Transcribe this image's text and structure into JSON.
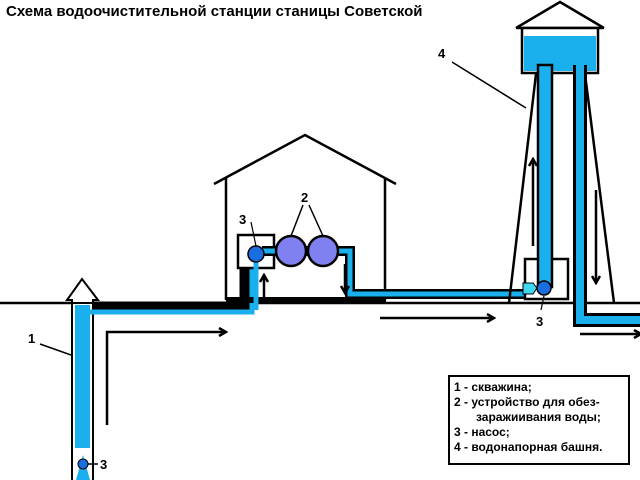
{
  "title": "Схема водоочистительной станции станицы  Советской",
  "callouts": {
    "well": "1",
    "disinfector": "2",
    "pump_house": "3",
    "pump_well": "3",
    "pump_tower": "3",
    "tower": "4"
  },
  "legend": [
    "1 - скважина;",
    "2 - устройство для обез-",
    "заражиивания воды;",
    "3 - насос;",
    "4 - водонапорная башня."
  ],
  "colors": {
    "water": "#1ab0ee",
    "pump": "#1a6fe0",
    "disinfector": "#8080f0",
    "line": "#000000"
  }
}
